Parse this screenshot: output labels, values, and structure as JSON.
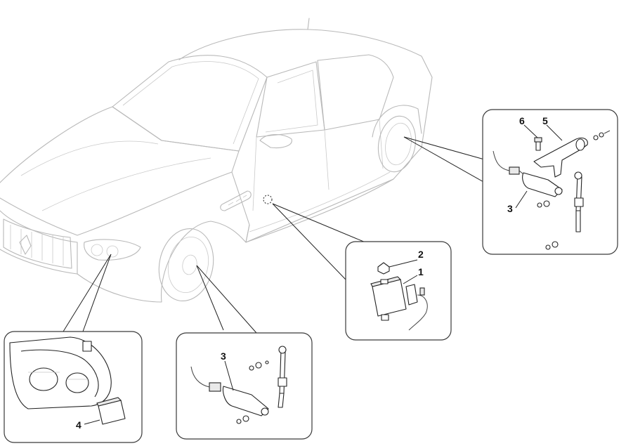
{
  "diagram": {
    "callouts": {
      "rear_panel": {
        "part6": "6",
        "part5": "5",
        "part3": "3"
      },
      "center_panel": {
        "part2": "2",
        "part1": "1"
      },
      "front_panel": {
        "part3": "3"
      },
      "headlight_panel": {
        "part4": "4"
      }
    }
  }
}
